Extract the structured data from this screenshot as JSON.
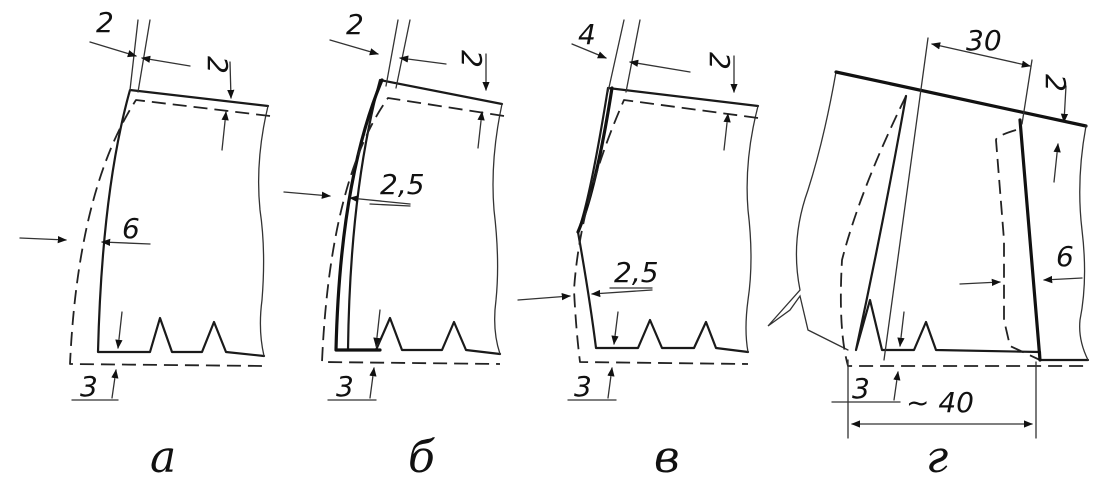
{
  "figures": [
    {
      "caption": "а",
      "dims": {
        "top": "2",
        "right": "2",
        "side": "6",
        "bottom": "3"
      }
    },
    {
      "caption": "б",
      "dims": {
        "top": "2",
        "right": "2",
        "side": "2,5",
        "bottom": "3"
      }
    },
    {
      "caption": "в",
      "dims": {
        "top": "4",
        "right": "2",
        "side": "2,5",
        "bottom": "3"
      }
    },
    {
      "caption": "г",
      "dims": {
        "top": "30",
        "right": "2",
        "side": "6",
        "bottom": "3",
        "width": "~ 40"
      }
    }
  ]
}
